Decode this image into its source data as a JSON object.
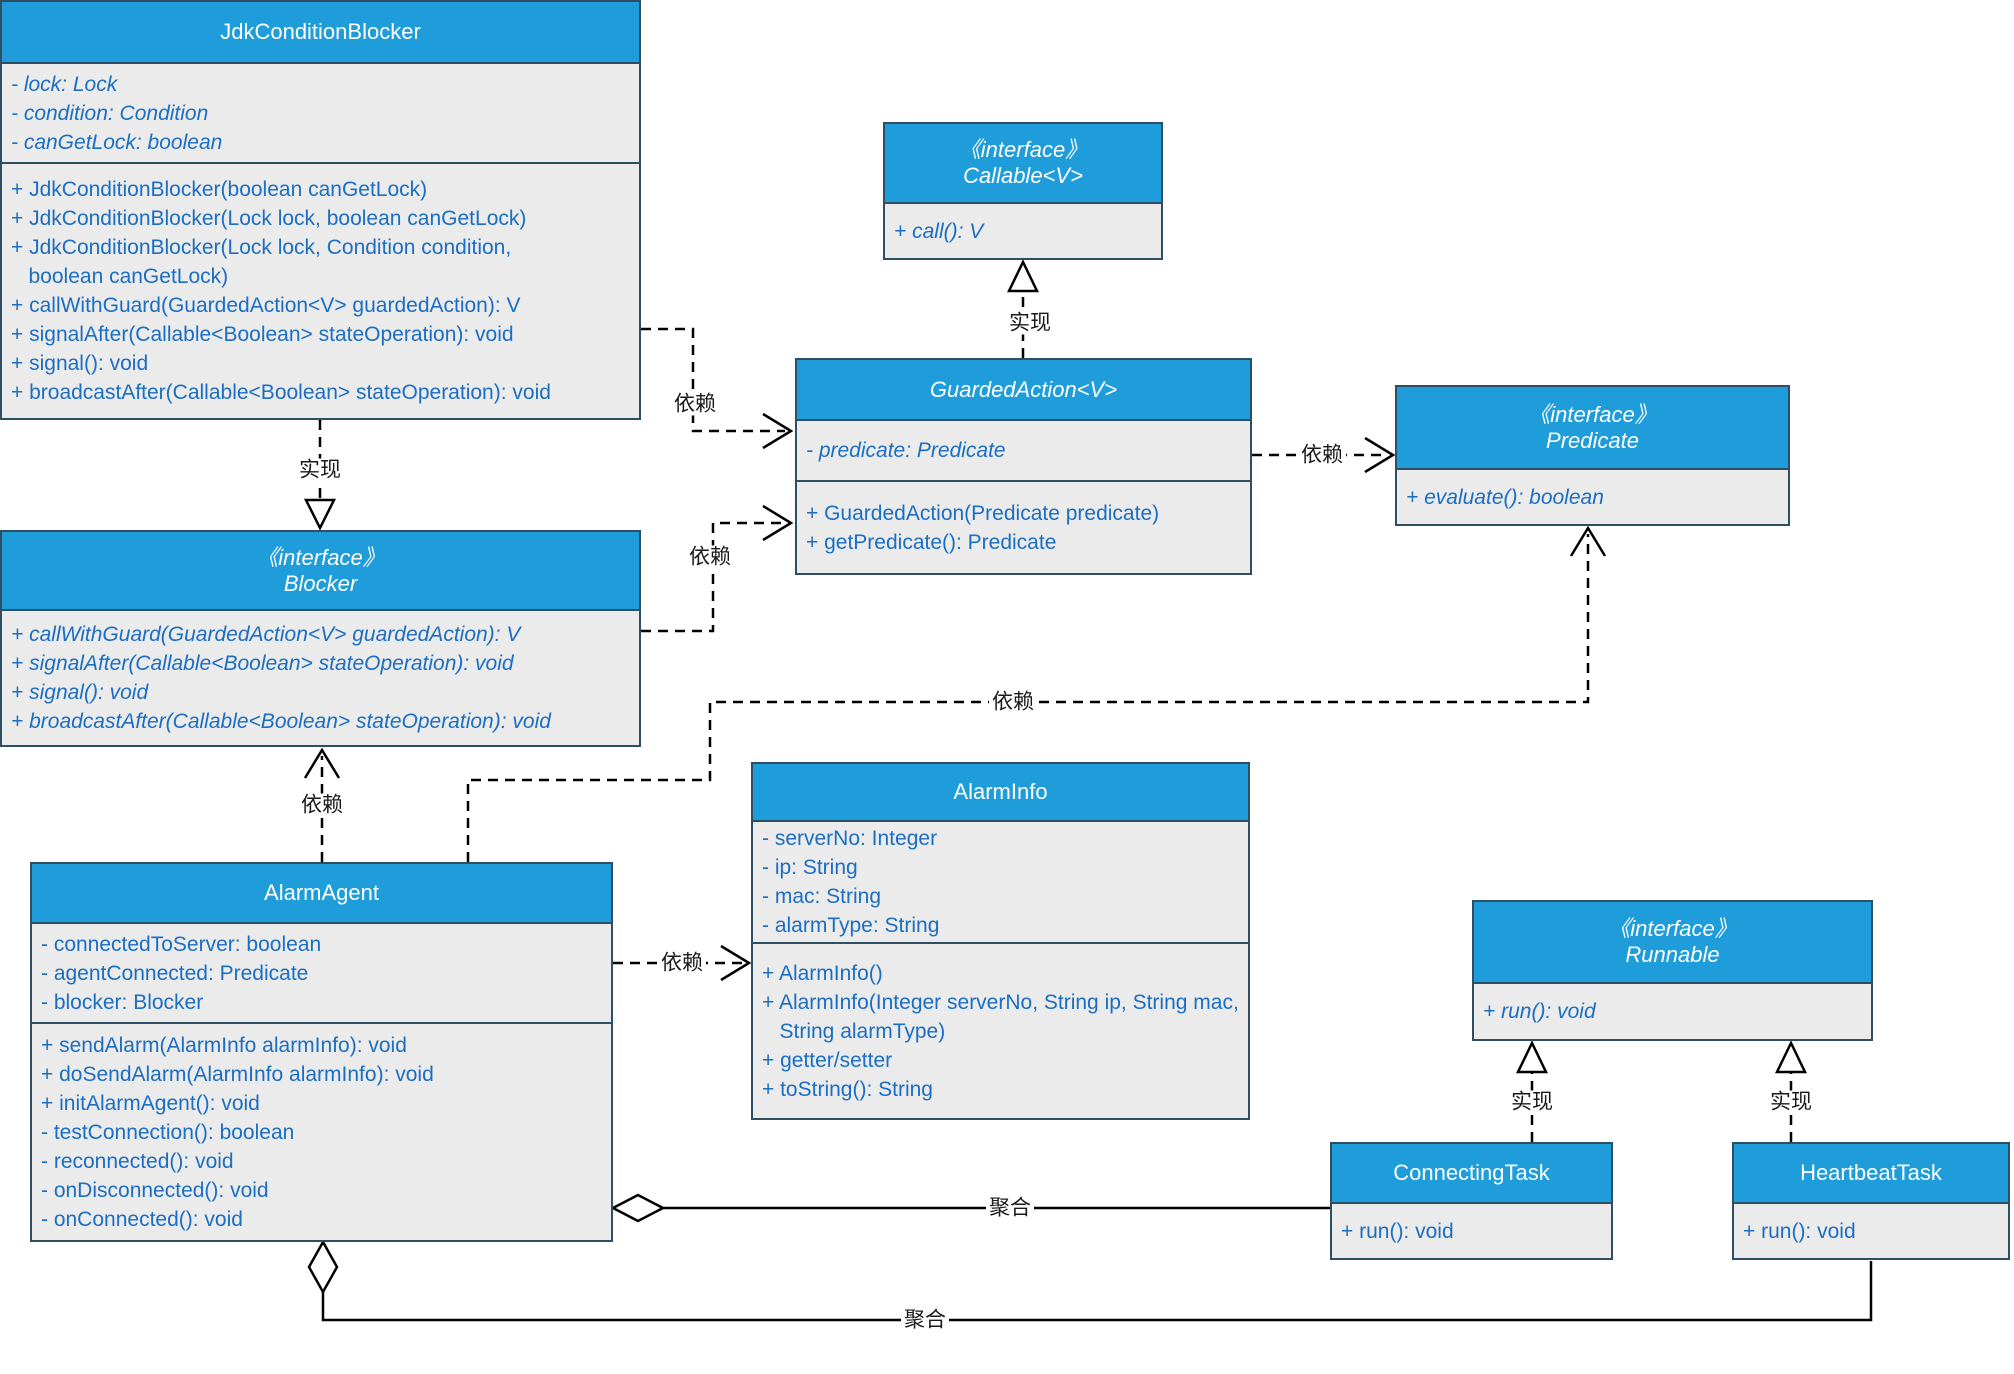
{
  "diagram_type": "uml-class-diagram",
  "labels": {
    "realization": "实现",
    "dependency": "依赖",
    "aggregation": "聚合"
  },
  "colors": {
    "header_fill": "#1e9dda",
    "body_fill": "#ebebeb",
    "border": "#2e4f63",
    "member_text": "#1b6ec2",
    "title_text": "#ffffff",
    "connector": "#000000"
  },
  "classes": {
    "jdk": {
      "title": "JdkConditionBlocker",
      "attributes": [
        "- lock: Lock",
        "- condition: Condition",
        "- canGetLock: boolean"
      ],
      "methods": [
        "+ JdkConditionBlocker(boolean canGetLock)",
        "+ JdkConditionBlocker(Lock lock, boolean canGetLock)",
        "+ JdkConditionBlocker(Lock lock, Condition condition,",
        "   boolean canGetLock)",
        "+ callWithGuard(GuardedAction<V> guardedAction): V",
        "+ signalAfter(Callable<Boolean> stateOperation): void",
        "+ signal(): void",
        "+ broadcastAfter(Callable<Boolean> stateOperation): void"
      ]
    },
    "blocker": {
      "stereotype": "《interface》",
      "title": "Blocker",
      "methods": [
        "+ callWithGuard(GuardedAction<V> guardedAction): V",
        "+ signalAfter(Callable<Boolean> stateOperation): void",
        "+ signal(): void",
        "+ broadcastAfter(Callable<Boolean> stateOperation): void"
      ]
    },
    "callable": {
      "stereotype": "《interface》",
      "title": "Callable<V>",
      "methods": [
        "+ call(): V"
      ]
    },
    "guarded": {
      "title": "GuardedAction<V>",
      "attributes": [
        "- predicate: Predicate"
      ],
      "methods": [
        "+ GuardedAction(Predicate predicate)",
        "+ getPredicate(): Predicate"
      ]
    },
    "predicate": {
      "stereotype": "《interface》",
      "title": "Predicate",
      "methods": [
        "+ evaluate(): boolean"
      ]
    },
    "alarminfo": {
      "title": "AlarmInfo",
      "attributes": [
        "- serverNo: Integer",
        "- ip: String",
        "- mac: String",
        "- alarmType: String"
      ],
      "methods": [
        "+ AlarmInfo()",
        "+ AlarmInfo(Integer serverNo, String ip, String mac,",
        "   String alarmType)",
        "+ getter/setter",
        "+ toString(): String"
      ]
    },
    "alarmagent": {
      "title": "AlarmAgent",
      "attributes": [
        "- connectedToServer: boolean",
        "- agentConnected: Predicate",
        "- blocker: Blocker"
      ],
      "methods": [
        "+ sendAlarm(AlarmInfo alarmInfo): void",
        "+ doSendAlarm(AlarmInfo alarmInfo): void",
        "+ initAlarmAgent(): void",
        "- testConnection(): boolean",
        "- reconnected(): void",
        "- onDisconnected(): void",
        "- onConnected(): void"
      ]
    },
    "runnable": {
      "stereotype": "《interface》",
      "title": "Runnable",
      "methods": [
        "+ run(): void"
      ]
    },
    "connecting": {
      "title": "ConnectingTask",
      "methods": [
        "+ run(): void"
      ]
    },
    "heartbeat": {
      "title": "HeartbeatTask",
      "methods": [
        "+ run(): void"
      ]
    }
  },
  "relationships": [
    {
      "from": "JdkConditionBlocker",
      "to": "Blocker",
      "type": "realization",
      "label": "实现"
    },
    {
      "from": "GuardedAction<V>",
      "to": "Callable<V>",
      "type": "realization",
      "label": "实现"
    },
    {
      "from": "ConnectingTask",
      "to": "Runnable",
      "type": "realization",
      "label": "实现"
    },
    {
      "from": "HeartbeatTask",
      "to": "Runnable",
      "type": "realization",
      "label": "实现"
    },
    {
      "from": "JdkConditionBlocker",
      "to": "GuardedAction<V>",
      "type": "dependency",
      "label": "依赖"
    },
    {
      "from": "Blocker",
      "to": "GuardedAction<V>",
      "type": "dependency",
      "label": "依赖"
    },
    {
      "from": "GuardedAction<V>",
      "to": "Predicate",
      "type": "dependency",
      "label": "依赖"
    },
    {
      "from": "AlarmAgent",
      "to": "Blocker",
      "type": "dependency",
      "label": "依赖"
    },
    {
      "from": "AlarmAgent",
      "to": "AlarmInfo",
      "type": "dependency",
      "label": "依赖"
    },
    {
      "from": "AlarmAgent",
      "to": "Predicate",
      "type": "dependency",
      "label": "依赖"
    },
    {
      "from": "AlarmAgent",
      "to": "ConnectingTask",
      "type": "aggregation",
      "label": "聚合"
    },
    {
      "from": "AlarmAgent",
      "to": "HeartbeatTask",
      "type": "aggregation",
      "label": "聚合"
    }
  ]
}
